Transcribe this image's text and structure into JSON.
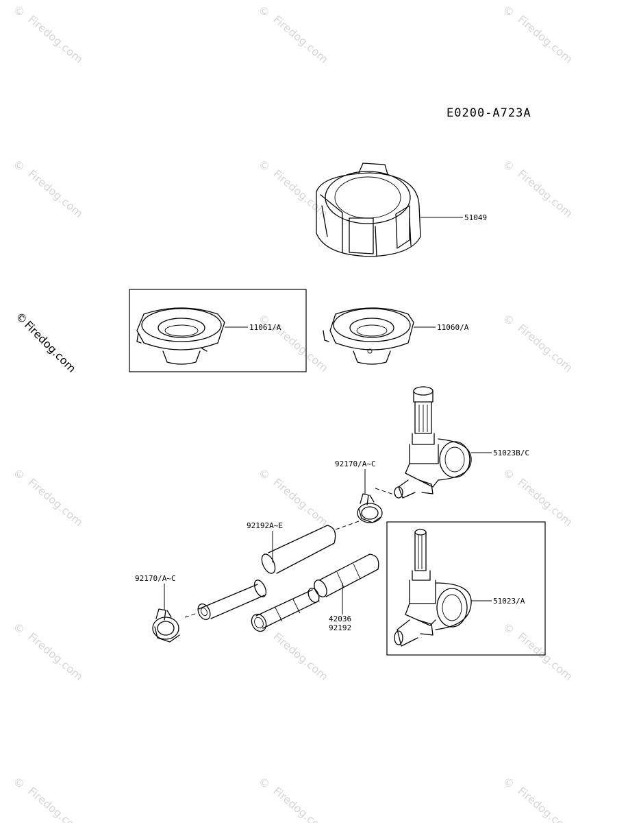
{
  "diagram": {
    "code": "E0200-A723A"
  },
  "labels": {
    "fuel_cap": "51049",
    "seat_boxed": "11061/A",
    "seat": "11060/A",
    "cock_upper": "51023B/C",
    "clamp_upper": "92170/A~C",
    "hose_upper": "92192A~E",
    "clamp_lower": "92170/A~C",
    "hose_lower_1": "42036",
    "hose_lower_2": "92192",
    "cock_boxed": "51023/A"
  },
  "watermark": {
    "text": "Firedog.com",
    "symbol": "©"
  },
  "colors": {
    "line": "#000000",
    "watermark": "#d6d6d6",
    "watermark_side": "#000000"
  }
}
